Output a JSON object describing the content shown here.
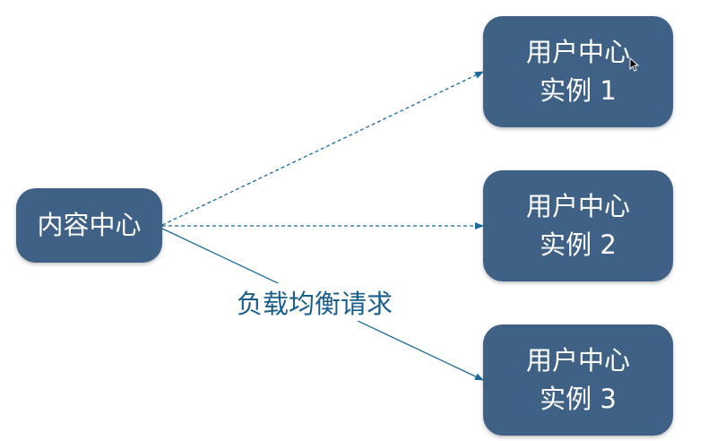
{
  "diagram": {
    "source": {
      "label": "内容中心"
    },
    "targets": [
      {
        "line1": "用户中心",
        "line2": "实例 1"
      },
      {
        "line1": "用户中心",
        "line2": "实例 2"
      },
      {
        "line1": "用户中心",
        "line2": "实例 3"
      }
    ],
    "edge_label": "负载均衡请求",
    "colors": {
      "node_fill": "#3f6186",
      "node_text": "#ffffff",
      "edge": "#1a6b9a",
      "label_text": "#1a5f8a"
    }
  }
}
